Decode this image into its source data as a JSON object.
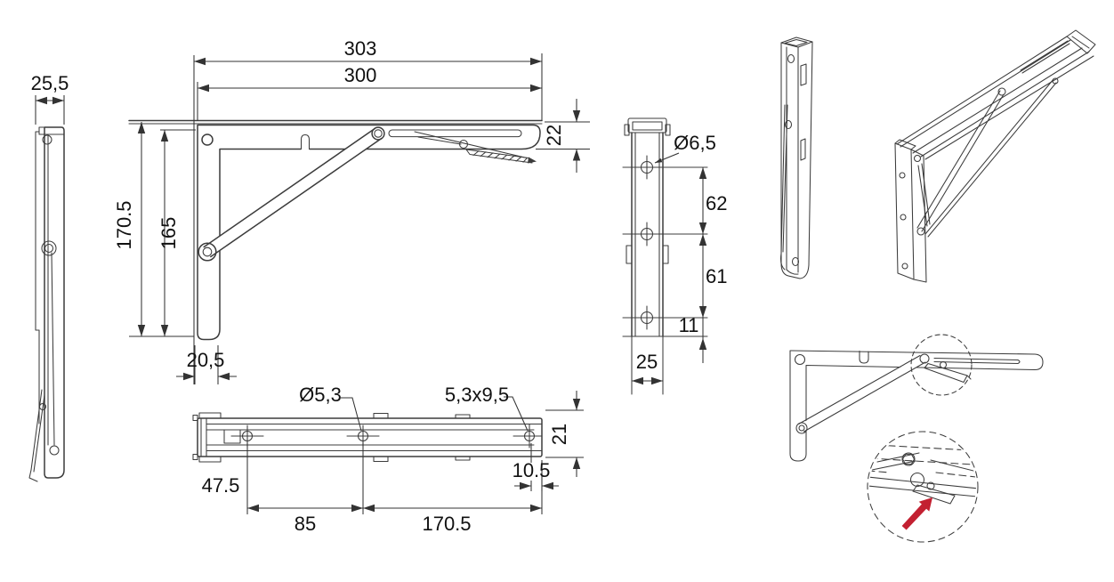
{
  "drawing": {
    "line_color": "#3c3c3c",
    "accent_red": "#c32031",
    "labels": {
      "folded": {
        "width": "25,5"
      },
      "main": {
        "overall_length": "303",
        "length": "300",
        "arm_height": "22",
        "overall_height": "170.5",
        "plate_height": "165",
        "plate_depth": "20,5"
      },
      "bottom": {
        "hole_dia": "Ø5,3",
        "slot_size": "5,3x9,5",
        "bar_width": "21",
        "first_hole_offset": "47.5",
        "hole_pitch_a": "85",
        "hole_pitch_b": "170.5",
        "slot_offset": "10.5"
      },
      "front": {
        "hole_dia": "Ø6,5",
        "hole_pitch_top": "62",
        "hole_pitch_bottom": "61",
        "bottom_offset": "11",
        "plate_width": "25"
      }
    }
  }
}
